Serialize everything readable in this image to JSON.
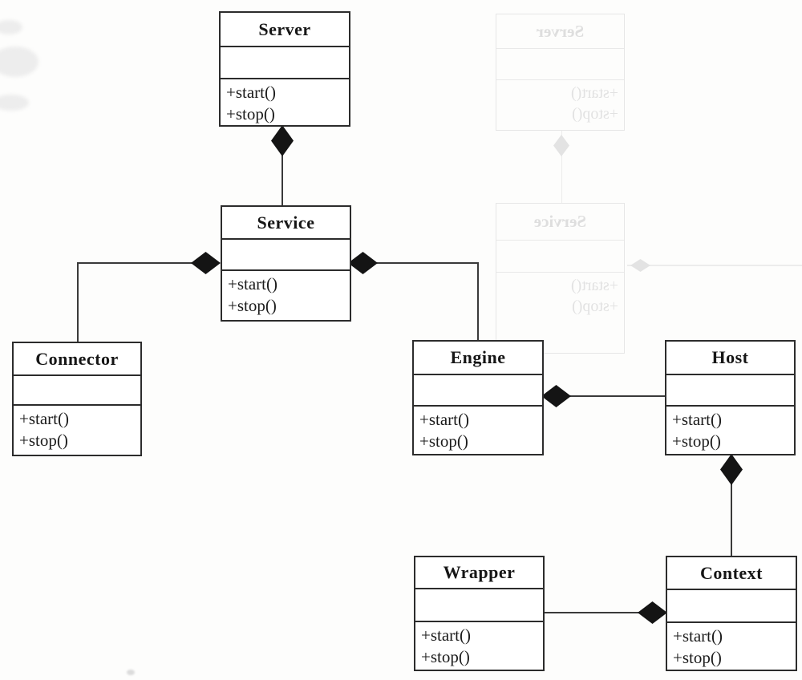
{
  "diagram": {
    "type": "uml-class-diagram",
    "classes": [
      {
        "name": "Server",
        "attributes": [],
        "methods": [
          "+start()",
          "+stop()"
        ]
      },
      {
        "name": "Service",
        "attributes": [],
        "methods": [
          "+start()",
          "+stop()"
        ]
      },
      {
        "name": "Connector",
        "attributes": [],
        "methods": [
          "+start()",
          "+stop()"
        ]
      },
      {
        "name": "Engine",
        "attributes": [],
        "methods": [
          "+start()",
          "+stop()"
        ]
      },
      {
        "name": "Host",
        "attributes": [],
        "methods": [
          "+start()",
          "+stop()"
        ]
      },
      {
        "name": "Wrapper",
        "attributes": [],
        "methods": [
          "+start()",
          "+stop()"
        ]
      },
      {
        "name": "Context",
        "attributes": [],
        "methods": [
          "+start()",
          "+stop()"
        ]
      }
    ],
    "relationships": [
      {
        "type": "composition",
        "whole": "Server",
        "part": "Service",
        "diamond_at": "Server bottom"
      },
      {
        "type": "composition",
        "whole": "Service",
        "part": "Connector",
        "diamond_at": "Service left"
      },
      {
        "type": "composition",
        "whole": "Service",
        "part": "Engine",
        "diamond_at": "Service right"
      },
      {
        "type": "composition",
        "whole": "Engine",
        "part": "Host",
        "diamond_at": "Engine right"
      },
      {
        "type": "composition",
        "whole": "Host",
        "part": "Context",
        "diamond_at": "Host bottom"
      },
      {
        "type": "composition",
        "whole": "Context",
        "part": "Wrapper",
        "diamond_at": "Context left"
      }
    ],
    "colors": {
      "box_border": "#2c2c2c",
      "diamond_fill": "#141414",
      "edge": "#3a3a3a",
      "text": "#1b1b1b",
      "background": "#fdfdfc"
    }
  },
  "scan_artifacts": {
    "description": "faint mirrored bleed-through from reverse page",
    "ghost_titles": [
      "Server",
      "Service"
    ],
    "ghost_methods": [
      "+start()",
      "+stop()"
    ]
  }
}
